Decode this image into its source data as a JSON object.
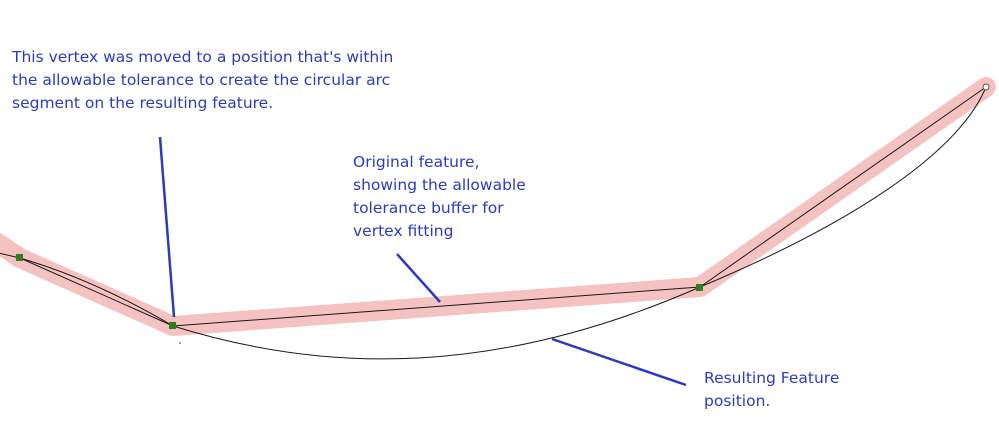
{
  "annotations": {
    "moved_vertex": {
      "lines": [
        "This vertex was moved to a position that's within",
        "the allowable tolerance to create the circular arc",
        "segment on the resulting feature."
      ]
    },
    "original_feature": {
      "lines": [
        "Original feature,",
        "showing the allowable",
        "tolerance buffer for",
        "vertex fitting"
      ]
    },
    "resulting_feature": {
      "lines": [
        "Resulting Feature",
        "position."
      ]
    }
  },
  "colors": {
    "buffer": "#f4c2c0",
    "line": "#1a1a1a",
    "arc": "#1a1a1a",
    "vertex": "#2e7d1e",
    "leader": "#2b3bbf",
    "text": "#2b3bbf"
  }
}
